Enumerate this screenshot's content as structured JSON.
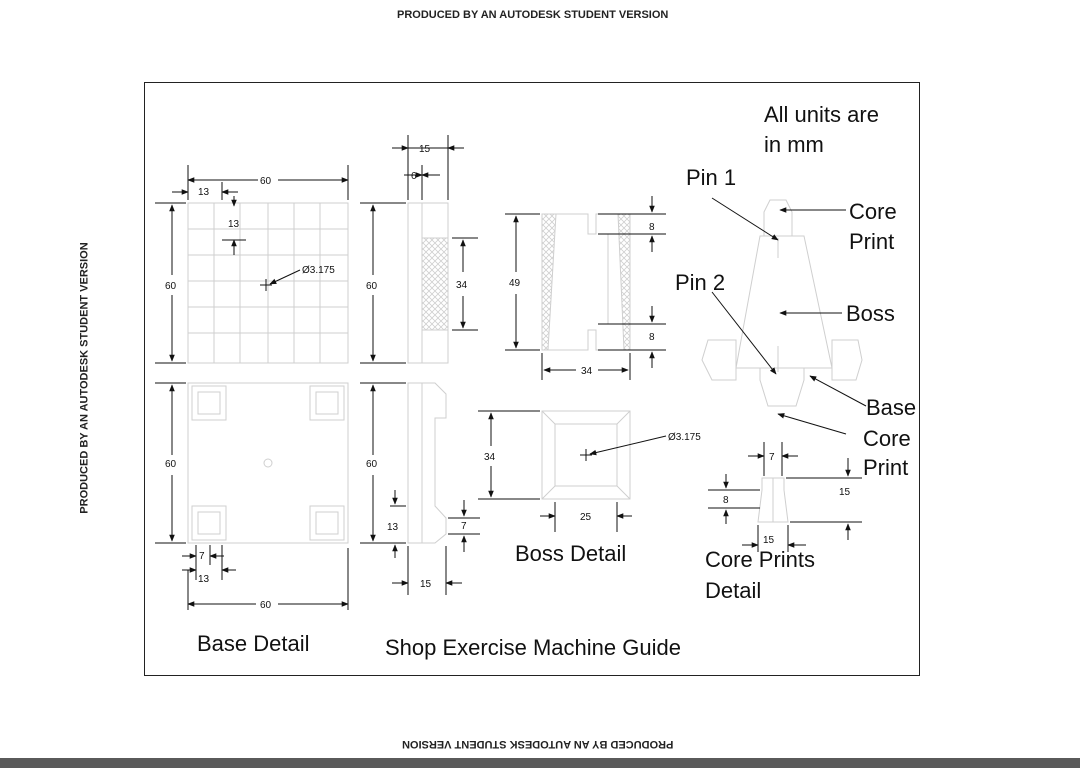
{
  "watermark": "PRODUCED BY AN AUTODESK STUDENT VERSION",
  "title": "Shop Exercise Machine Guide",
  "units_note": [
    "All units are",
    "in mm"
  ],
  "details": {
    "base": "Base Detail",
    "boss": "Boss Detail",
    "core_prints": [
      "Core Prints",
      "Detail"
    ]
  },
  "callouts": {
    "pin1": "Pin 1",
    "pin2": "Pin 2",
    "core_print": [
      "Core",
      "Print"
    ],
    "boss": "Boss",
    "base_core_print": [
      "Base",
      "Core",
      "Print"
    ]
  },
  "dimensions": {
    "base_width_top": "60",
    "base_offset_13": "13",
    "base_grid_13": "13",
    "base_hole": "Ø3.175",
    "base_height_top": "60",
    "side_height_top": "60",
    "side_thickness": "15",
    "side_step": "6",
    "side_34": "34",
    "base_height_bottom": "60",
    "side_height_bottom": "60",
    "side_13": "13",
    "side_7": "7",
    "side_15_bottom": "15",
    "base_7": "7",
    "base_13_bottom": "13",
    "base_width_bottom": "60",
    "boss_49": "49",
    "boss_8_top": "8",
    "boss_8_bottom": "8",
    "boss_34_width": "34",
    "boss_34_height": "34",
    "boss_hole": "Ø3.175",
    "boss_25": "25",
    "cp_7": "7",
    "cp_8": "8",
    "cp_15_height": "15",
    "cp_15_width": "15"
  }
}
